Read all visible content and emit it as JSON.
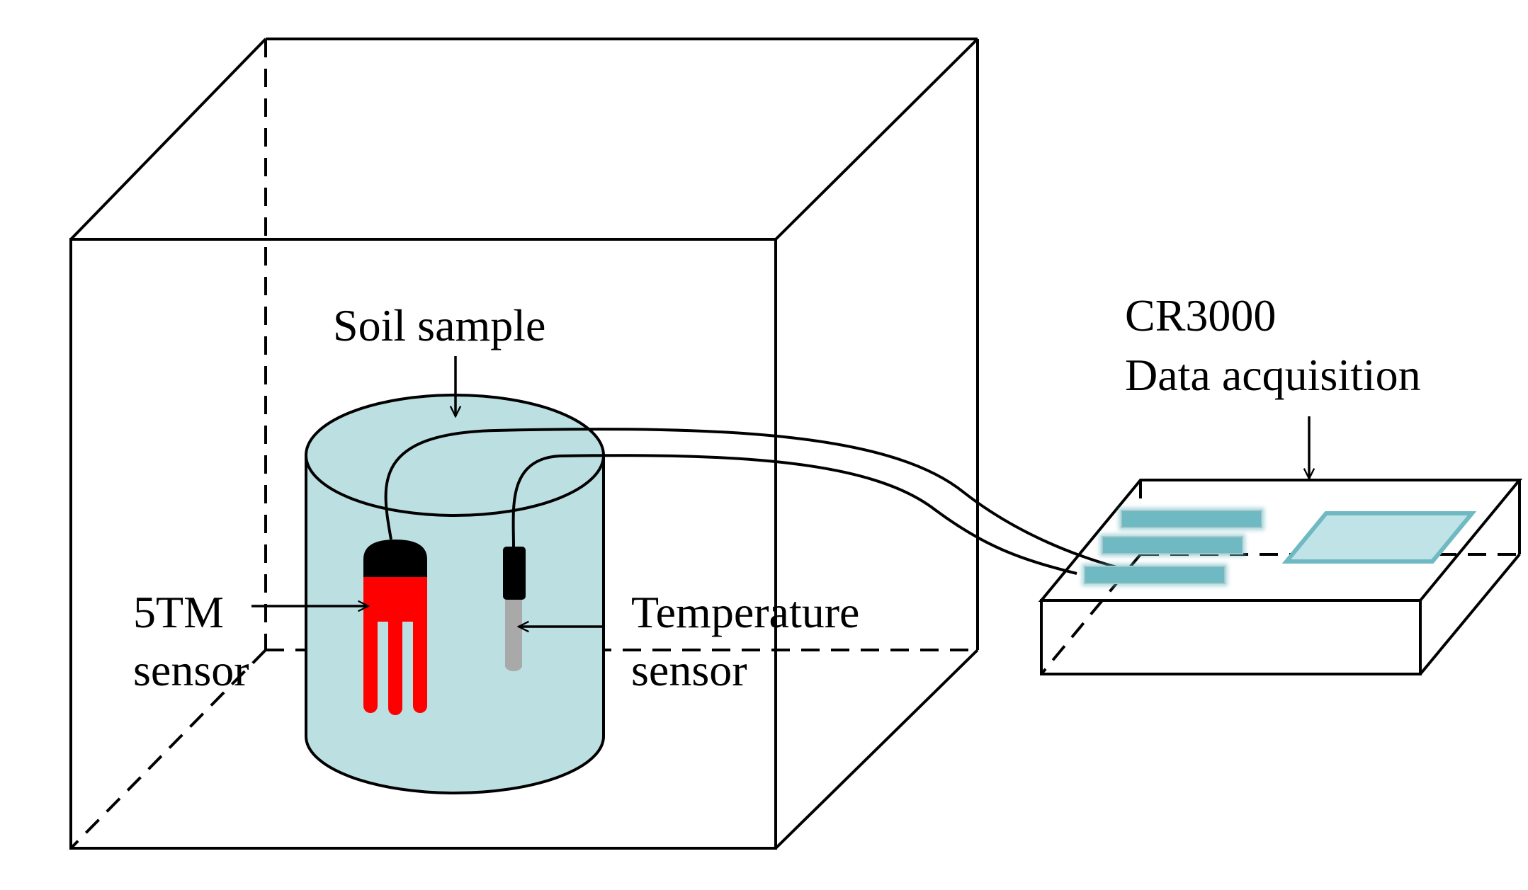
{
  "labels": {
    "soil_sample": "Soil sample",
    "sensor_5tm_line1": "5TM",
    "sensor_5tm_line2": "sensor",
    "temperature_line1": "Temperature",
    "temperature_line2": "sensor",
    "cr3000_line1": "CR3000",
    "cr3000_line2": "Data acquisition"
  },
  "colors": {
    "soil": "#bcdfe2",
    "sensor_5tm_body": "#ff0000",
    "sensor_5tm_cap": "#000000",
    "temp_probe_tip": "#a9a9a9",
    "temp_probe_head": "#000000",
    "logger_module": "#6fb9c2",
    "logger_panel": "#bfe3e6"
  },
  "icons": {
    "box": "environmental-chamber",
    "cylinder": "soil-sample-cylinder",
    "probe_5tm": "5tm-sensor-icon",
    "probe_temp": "temperature-probe-icon",
    "logger": "data-logger-icon"
  }
}
